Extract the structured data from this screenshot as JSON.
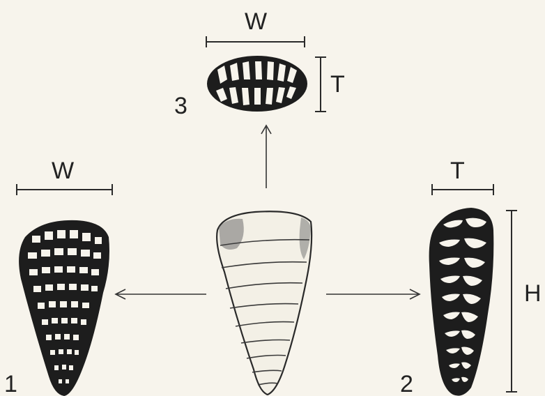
{
  "labels": {
    "top_width": "W",
    "top_thickness": "T",
    "left_width": "W",
    "right_thickness": "T",
    "right_height": "H"
  },
  "figures": {
    "fig1": "1",
    "fig2": "2",
    "fig3": "3"
  },
  "colors": {
    "background": "#f7f4ec",
    "ink": "#1d1d1d"
  }
}
